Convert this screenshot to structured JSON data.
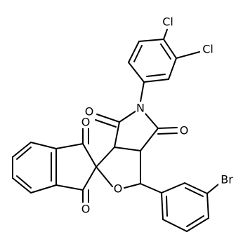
{
  "molecule": {
    "atoms": {
      "cl_top": "Cl",
      "cl_right": "Cl",
      "n": "N",
      "o_imide_left": "O",
      "o_imide_right": "O",
      "o_indane_top": "O",
      "o_indane_bottom": "O",
      "o_ring": "O",
      "br": "Br"
    }
  }
}
